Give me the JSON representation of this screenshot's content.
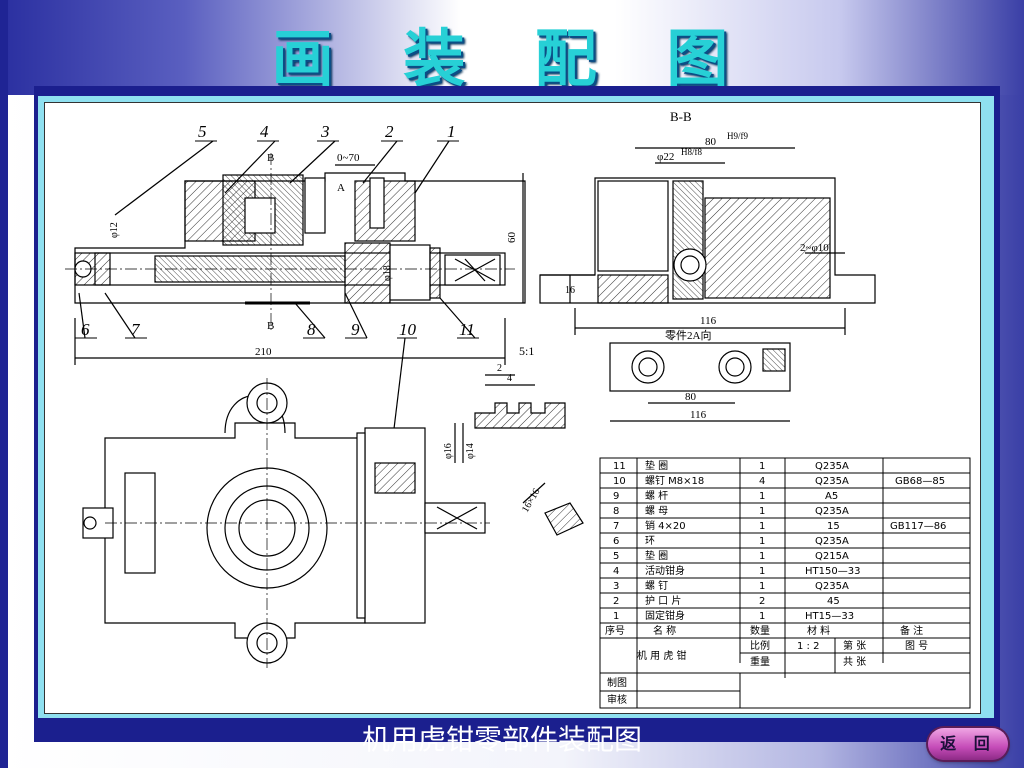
{
  "slide": {
    "title": "画 装 配 图",
    "caption": "机用虎钳零部件装配图",
    "back_label": "返 回"
  },
  "drawing": {
    "section_label": "B-B",
    "view_label": "零件2A向",
    "scale_note": "5:1",
    "dims": {
      "d210": "210",
      "d60": "60",
      "d0_70": "0~70",
      "d116a": "116",
      "d116b": "116",
      "d80": "80",
      "d80h9": "80",
      "h9f9": "H9/f9",
      "d22": "φ22",
      "h8f8": "H8/f8",
      "d16": "16",
      "d2phi10": "2~φ10",
      "d4": "4",
      "d2": "2",
      "phi16": "φ16",
      "phi14": "φ14",
      "d16x16": "16×16",
      "phi12": "φ12",
      "phi18": "φ18",
      "b_mark": "B",
      "a_mark": "A"
    },
    "balloons": [
      "5",
      "4",
      "3",
      "2",
      "1",
      "6",
      "7",
      "8",
      "9",
      "10",
      "11"
    ]
  },
  "parts_list": {
    "headers": [
      "序号",
      "名  称",
      "数量",
      "材    料",
      "备    注"
    ],
    "rows": [
      {
        "no": "11",
        "name": "垫    圈",
        "qty": "1",
        "material": "Q235A",
        "note": ""
      },
      {
        "no": "10",
        "name": "螺钉 M8×18",
        "qty": "4",
        "material": "Q235A",
        "note": "GB68—85"
      },
      {
        "no": "9",
        "name": "螺    杆",
        "qty": "1",
        "material": "A5",
        "note": ""
      },
      {
        "no": "8",
        "name": "螺    母",
        "qty": "1",
        "material": "Q235A",
        "note": ""
      },
      {
        "no": "7",
        "name": "销 4×20",
        "qty": "1",
        "material": "15",
        "note": "GB117—86"
      },
      {
        "no": "6",
        "name": "环",
        "qty": "1",
        "material": "Q235A",
        "note": ""
      },
      {
        "no": "5",
        "name": "垫    圈",
        "qty": "1",
        "material": "Q215A",
        "note": ""
      },
      {
        "no": "4",
        "name": "活动钳身",
        "qty": "1",
        "material": "HT150—33",
        "note": ""
      },
      {
        "no": "3",
        "name": "螺    钉",
        "qty": "1",
        "material": "Q235A",
        "note": ""
      },
      {
        "no": "2",
        "name": "护 口 片",
        "qty": "2",
        "material": "45",
        "note": ""
      },
      {
        "no": "1",
        "name": "固定钳身",
        "qty": "1",
        "material": "HT15—33",
        "note": ""
      }
    ],
    "title_block": {
      "assembly_name": "机 用 虎 钳",
      "scale_label": "比例",
      "scale_value": "1 : 2",
      "sheet_label": "第    张",
      "drawing_no_label": "图    号",
      "weight_label": "重量",
      "total_label": "共    张",
      "drawn_label": "制图",
      "checked_label": "审核"
    }
  }
}
